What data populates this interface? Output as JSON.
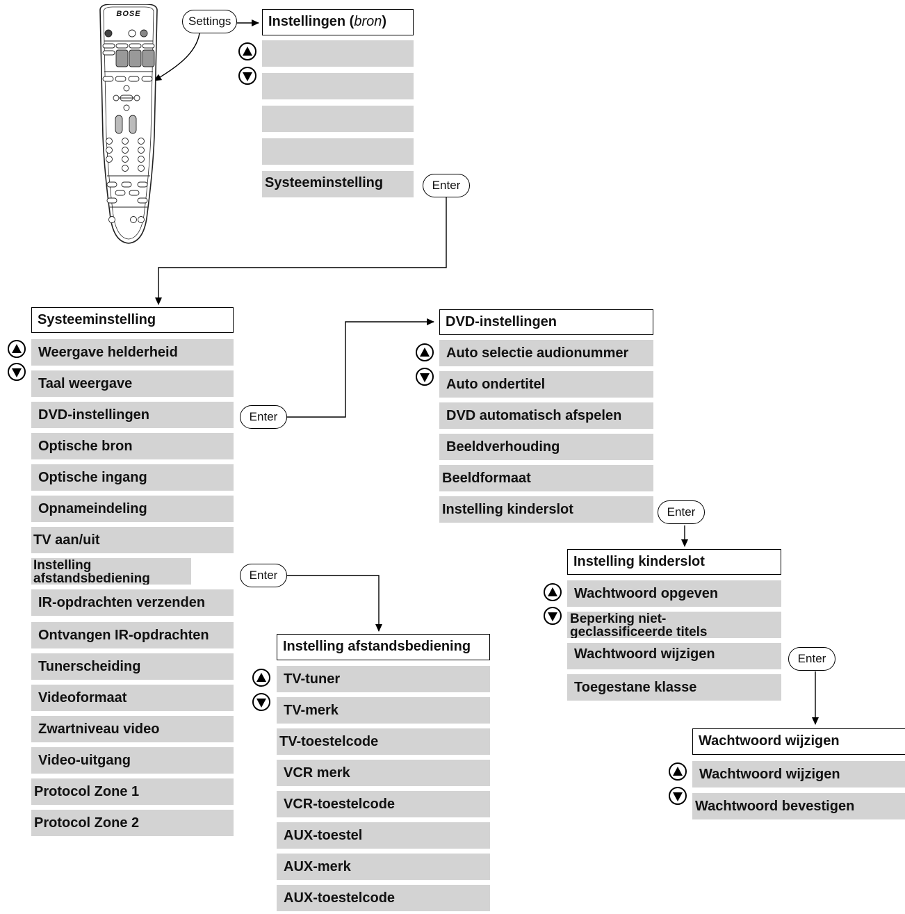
{
  "remote": {
    "brand": "BOSE"
  },
  "buttons": {
    "settings": "Settings",
    "enter": "Enter"
  },
  "menus": {
    "source_settings": {
      "title_main": "Instellingen (",
      "title_italic": "bron",
      "title_close": ")",
      "items": [
        "",
        "",
        "",
        "",
        "Systeeminstelling"
      ]
    },
    "system_settings": {
      "title": "Systeeminstelling",
      "items": [
        "Weergave helderheid",
        "Taal weergave",
        "DVD-instellingen",
        "Optische bron",
        "Optische ingang",
        "Opnameindeling",
        "TV aan/uit",
        "Instelling afstandsbediening",
        "IR-opdrachten verzenden",
        "Ontvangen IR-opdrachten",
        "Tunerscheiding",
        "Videoformaat",
        "Zwartniveau video",
        "Video-uitgang",
        "Protocol Zone 1",
        "Protocol Zone 2"
      ]
    },
    "dvd_settings": {
      "title": "DVD-instellingen",
      "items": [
        "Auto selectie audionummer",
        "Auto ondertitel",
        "DVD automatisch afspelen",
        "Beeldverhouding",
        "Beeldformaat",
        "Instelling kinderslot"
      ]
    },
    "remote_settings": {
      "title": "Instelling afstandsbediening",
      "items": [
        "TV-tuner",
        "TV-merk",
        "TV-toestelcode",
        "VCR merk",
        "VCR-toestelcode",
        "AUX-toestel",
        "AUX-merk",
        "AUX-toestelcode"
      ]
    },
    "parental_lock": {
      "title": "Instelling kinderslot",
      "items": [
        "Wachtwoord opgeven",
        "Beperking niet-geclassificeerde titels",
        "Wachtwoord wijzigen",
        "Toegestane klasse"
      ]
    },
    "change_password": {
      "title": "Wachtwoord wijzigen",
      "items": [
        "Wachtwoord wijzigen",
        "Wachtwoord bevestigen"
      ]
    }
  }
}
